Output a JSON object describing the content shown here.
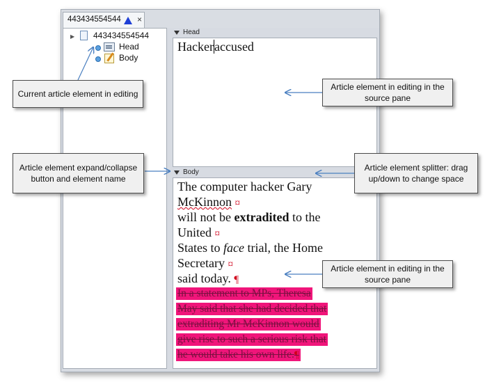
{
  "tab": {
    "title": "443434554544",
    "close_glyph": "×",
    "warning_icon": "warning-triangle-icon"
  },
  "tree": {
    "root_label": "443434554544",
    "expander_glyph": "▶",
    "items": [
      {
        "label": "Head"
      },
      {
        "label": "Body"
      }
    ]
  },
  "head_pane": {
    "label": "Head",
    "text_before": "Hacker",
    "text_after": "accused"
  },
  "body_pane": {
    "label": "Body",
    "lines": [
      {
        "text": "The computer hacker Gary"
      },
      {
        "text": "McKinnon",
        "mark": "¤"
      },
      {
        "pre": "will not be ",
        "bold": "extradited",
        "post": " to the"
      },
      {
        "text": "United",
        "mark": "¤"
      },
      {
        "pre": "States to ",
        "italic": "face",
        "post": " trial, the Home"
      },
      {
        "text": "Secretary",
        "mark": "¤"
      },
      {
        "text": "said today.",
        "mark": "¶"
      }
    ],
    "deleted_lines": [
      "In a statement to MPs, Theresa",
      "May said that she had decided that",
      "extraditing Mr McKinnon would",
      "give rise to such a serious risk that",
      "he would take his own life."
    ],
    "deleted_end_mark": "¶"
  },
  "callouts": {
    "current_element": "Current article element  in editing",
    "head_source": "Article element  in editing in the source pane",
    "expand_collapse": "Article element expand/collapse  button and element name",
    "splitter": "Article element splitter: drag up/down  to change space",
    "body_source": "Article element  in editing in the source pane"
  },
  "colors": {
    "deleted_highlight": "#f0157a",
    "paragraph_mark": "#d0021b",
    "warning_icon": "#1e3fd6",
    "arrow": "#4a7fc0"
  }
}
